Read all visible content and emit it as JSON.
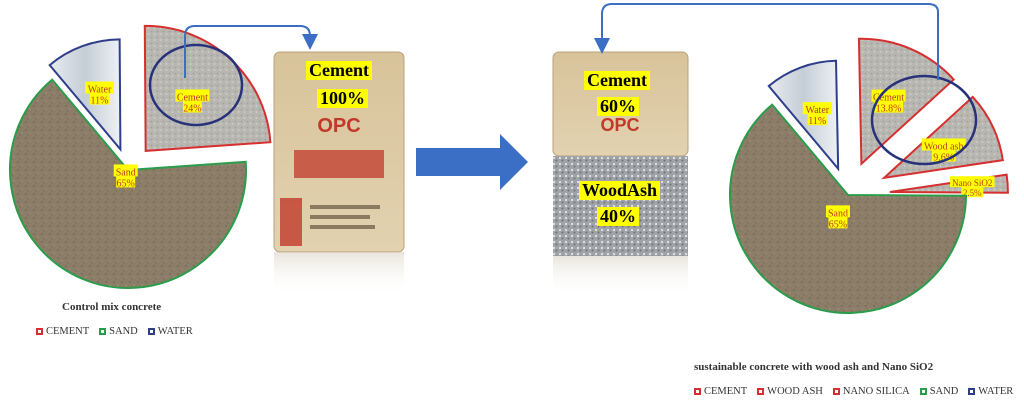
{
  "left_chart": {
    "caption": "Control mix concrete",
    "slices": [
      {
        "name": "Water",
        "pct_label": "11%",
        "value": 11,
        "stroke": "#2f3e8a"
      },
      {
        "name": "Cement",
        "pct_label": "24%",
        "value": 24,
        "stroke": "#d62f2f"
      },
      {
        "name": "Sand",
        "pct_label": "65%",
        "value": 65,
        "stroke": "#2a9d4b"
      }
    ],
    "legend": [
      {
        "label": "CEMENT",
        "color": "#d62f2f"
      },
      {
        "label": "SAND",
        "color": "#2a9d4b"
      },
      {
        "label": "WATER",
        "color": "#2f3e8a"
      }
    ]
  },
  "bag_one": {
    "material": "Cement",
    "pct_label": "100%",
    "print_brand": "OPC"
  },
  "bag_two": {
    "top_material": "Cement",
    "top_pct_label": "60%",
    "print_brand": "OPC",
    "bottom_material": "WoodAsh",
    "bottom_pct_label": "40%"
  },
  "right_chart": {
    "caption": "sustainable concrete with wood ash and Nano SiO2",
    "slices": [
      {
        "name": "Water",
        "pct_label": "11%",
        "value": 11,
        "stroke": "#2f3e8a"
      },
      {
        "name": "Cement",
        "pct_label": "13.8%",
        "value": 13.8,
        "stroke": "#d62f2f"
      },
      {
        "name": "Wood ash",
        "pct_label": "9.6%",
        "value": 9.6,
        "stroke": "#d62f2f"
      },
      {
        "name": "Nano SiO2",
        "pct_label": "2.5%",
        "value": 2.5,
        "stroke": "#d62f2f"
      },
      {
        "name": "Sand",
        "pct_label": "65%",
        "value": 65,
        "stroke": "#2a9d4b"
      }
    ],
    "legend": [
      {
        "label": "CEMENT",
        "color": "#d62f2f"
      },
      {
        "label": "WOOD ASH",
        "color": "#d62f2f"
      },
      {
        "label": "NANO SILICA",
        "color": "#d62f2f"
      },
      {
        "label": "SAND",
        "color": "#2a9d4b"
      },
      {
        "label": "WATER",
        "color": "#2f3e8a"
      }
    ]
  },
  "colors": {
    "arrow": "#3b6fc6",
    "circle": "#27327a",
    "sand_fill": "#8a7b66",
    "cement_fill": "#b9b7b2",
    "water_fill": "#cfd6de",
    "woodash_fill": "#c6c4bf",
    "bag_paper": "#d9c49a",
    "bag_red": "#c0392b"
  }
}
